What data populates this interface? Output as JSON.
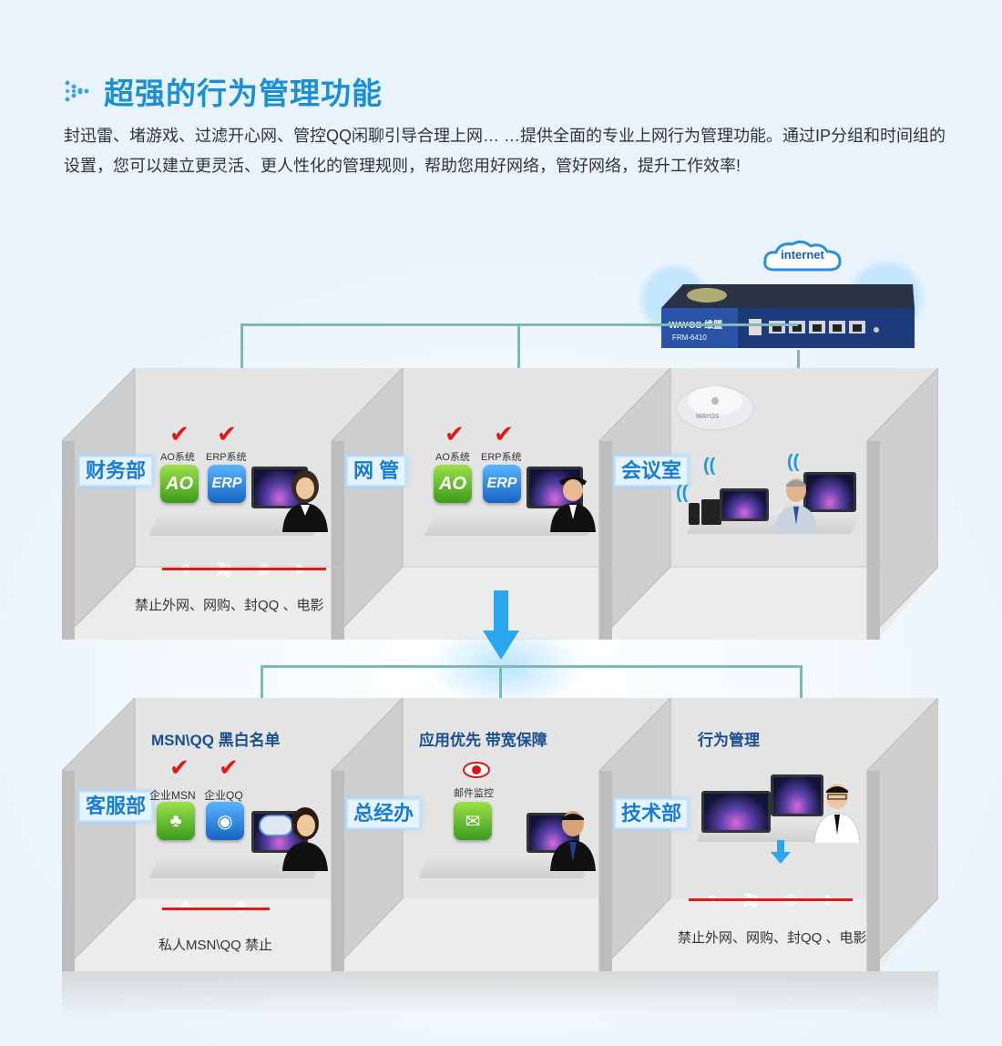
{
  "title": "超强的行为管理功能",
  "intro": "封迅雷、堵游戏、过滤开心网、管控QQ闲聊引导合理上网… …提供全面的专业上网行为管理功能。通过IP分组和时间组的设置，您可以建立更灵活、更人性化的管理规则，帮助您用好网络，管好网络，提升工作效率!",
  "cloud_label": "internet",
  "router": {
    "brand": "WAYOS 维盟",
    "model": "FRM-6410"
  },
  "ap_label": "WAYOS",
  "rooms_top": [
    {
      "name": "财务部",
      "apps": [
        "AO系统",
        "ERP系统"
      ],
      "app_icons": [
        "AO",
        "ERP"
      ],
      "blocked_caption": "禁止外网、网购、封QQ 、电影"
    },
    {
      "name": "网 管",
      "apps": [
        "AO系统",
        "ERP系统"
      ],
      "app_icons": [
        "AO",
        "ERP"
      ]
    },
    {
      "name": "会议室"
    }
  ],
  "rooms_bottom": [
    {
      "name": "客服部",
      "heading": "MSN\\QQ 黑白名单",
      "apps": [
        "企业MSN",
        "企业QQ"
      ],
      "blocked_caption": "私人MSN\\QQ 禁止"
    },
    {
      "name": "总经办",
      "heading": "应用优先 带宽保障",
      "monitor_label": "邮件监控"
    },
    {
      "name": "技术部",
      "heading": "行为管理",
      "blocked_caption": "禁止外网、网购、封QQ 、电影"
    }
  ],
  "blocked_icons": {
    "taobao": "淘"
  },
  "colors": {
    "accent": "#1a8fd6",
    "wire": "#7fb9b2",
    "forbid": "#e01818"
  }
}
